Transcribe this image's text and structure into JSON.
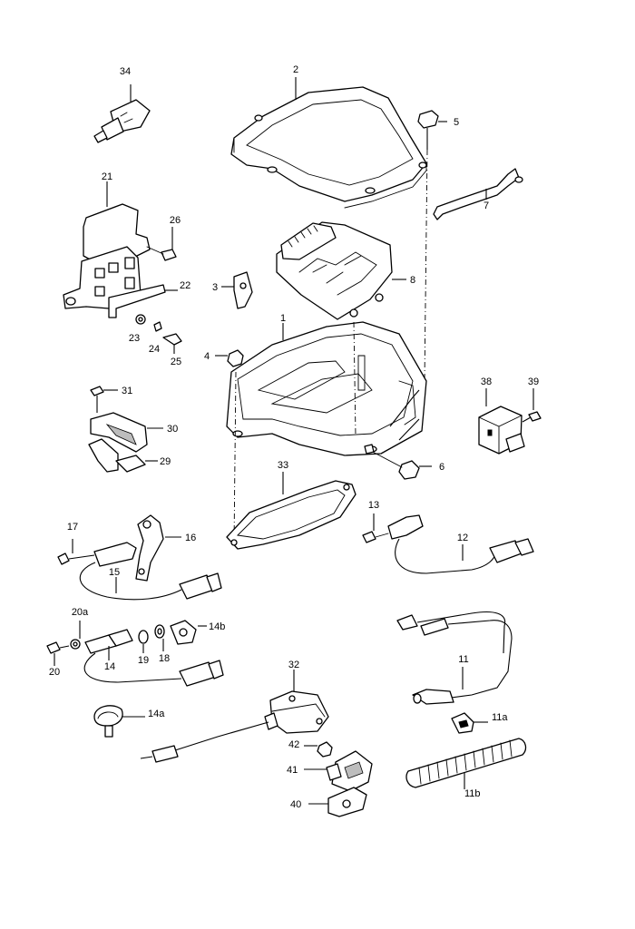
{
  "callouts": [
    "34",
    "2",
    "5",
    "21",
    "26",
    "7",
    "3",
    "22",
    "8",
    "23",
    "24",
    "25",
    "1",
    "4",
    "31",
    "38",
    "39",
    "30",
    "29",
    "6",
    "33",
    "13",
    "17",
    "16",
    "12",
    "15",
    "20a",
    "14b",
    "20",
    "14",
    "19",
    "18",
    "32",
    "11",
    "14a",
    "11a",
    "42",
    "41",
    "40",
    "11b"
  ]
}
